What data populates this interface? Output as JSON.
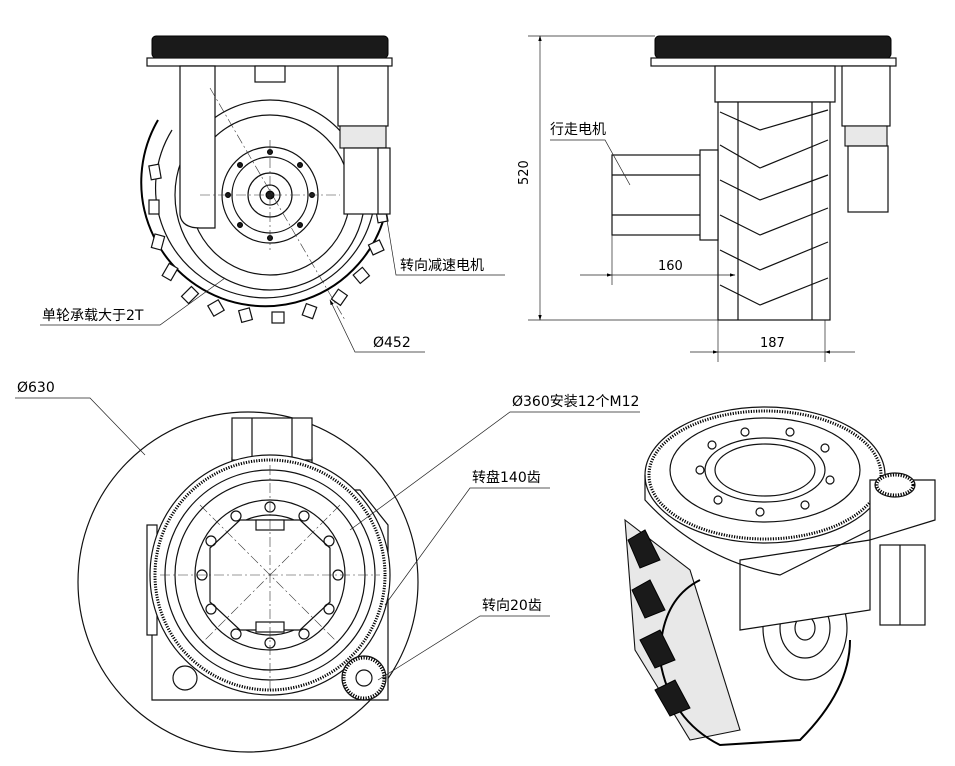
{
  "side_view": {
    "label_load": "单轮承载大于2T",
    "label_diameter": "Ø452",
    "label_steer_motor": "转向减速电机"
  },
  "front_view": {
    "label_drive_motor": "行走电机",
    "dim_height": "520",
    "dim_motor": "160",
    "dim_wheel": "187"
  },
  "top_view": {
    "label_outer": "Ø630",
    "label_mount": "Ø360安装12个M12",
    "label_turntable": "转盘140齿",
    "label_steer_gear": "转向20齿"
  }
}
